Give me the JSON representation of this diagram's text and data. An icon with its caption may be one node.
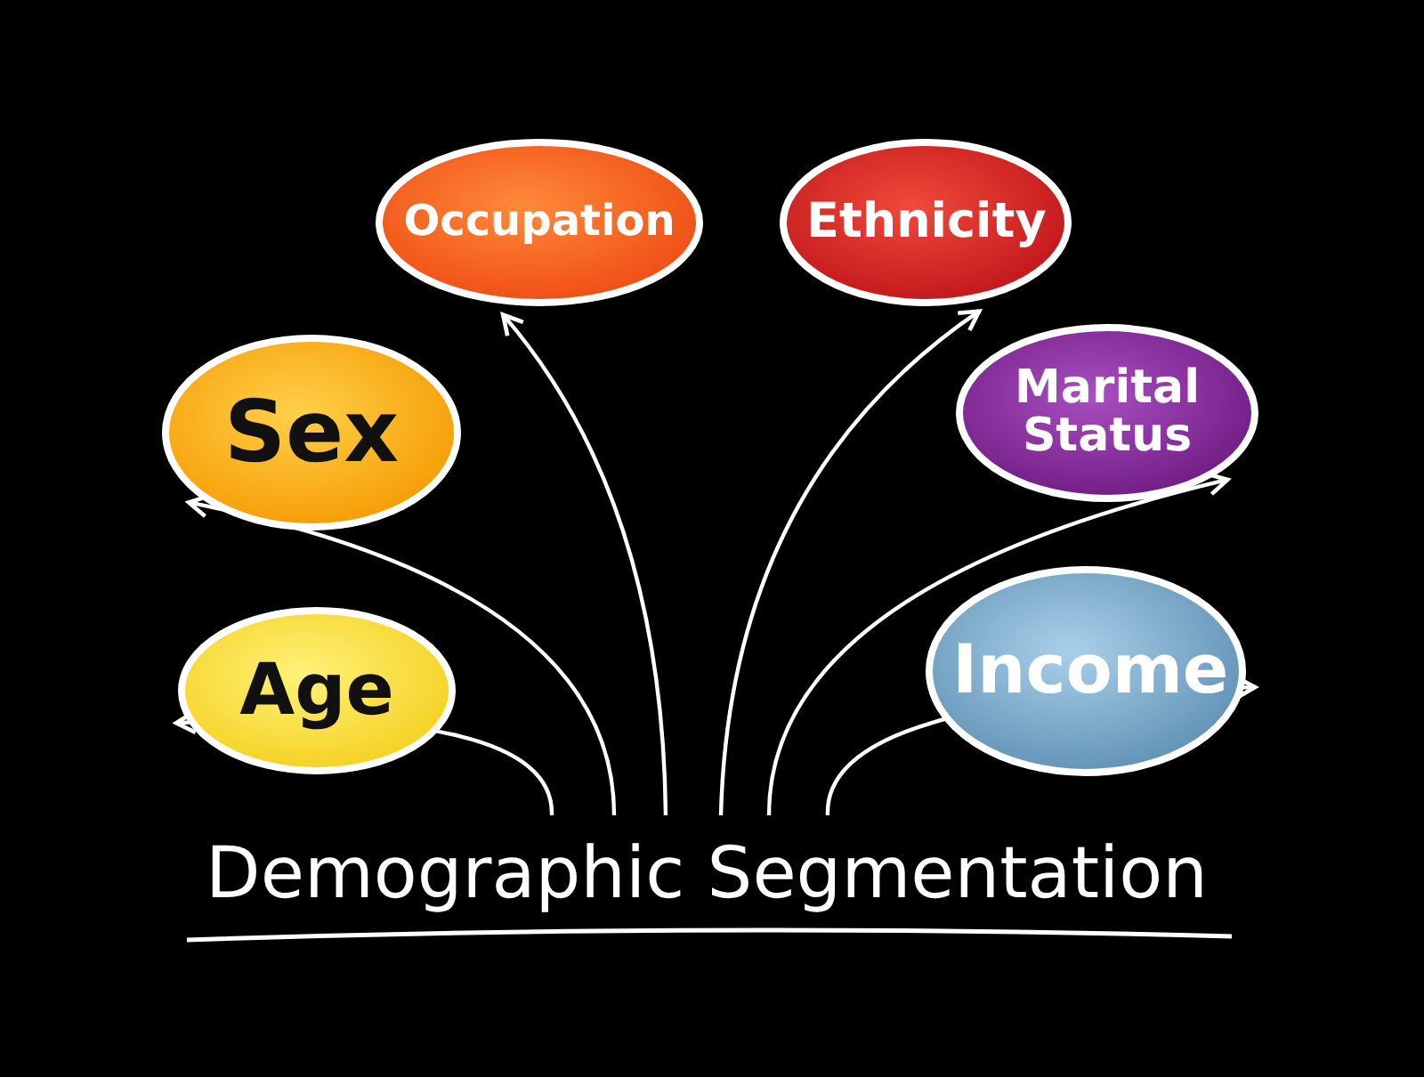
{
  "diagram": {
    "nodes": [
      {
        "text": [
          "Demographic Segmentation"
        ]
      },
      {
        "text": [
          "Age"
        ]
      },
      {
        "text": [
          "Sex"
        ]
      },
      {
        "text": [
          "Occupation"
        ]
      },
      {
        "text": [
          "Ethnicity"
        ]
      },
      {
        "text": [
          "Marital Status"
        ]
      },
      {
        "text": [
          "Income"
        ]
      }
    ],
    "edges": [
      {
        "from": 0,
        "to": 1,
        "arrow": "to"
      },
      {
        "from": 0,
        "to": 2,
        "arrow": "to"
      },
      {
        "from": 0,
        "to": 3,
        "arrow": "to"
      },
      {
        "from": 0,
        "to": 4,
        "arrow": "to"
      },
      {
        "from": 0,
        "to": 5,
        "arrow": "to"
      },
      {
        "from": 0,
        "to": 6,
        "arrow": "to"
      }
    ]
  }
}
